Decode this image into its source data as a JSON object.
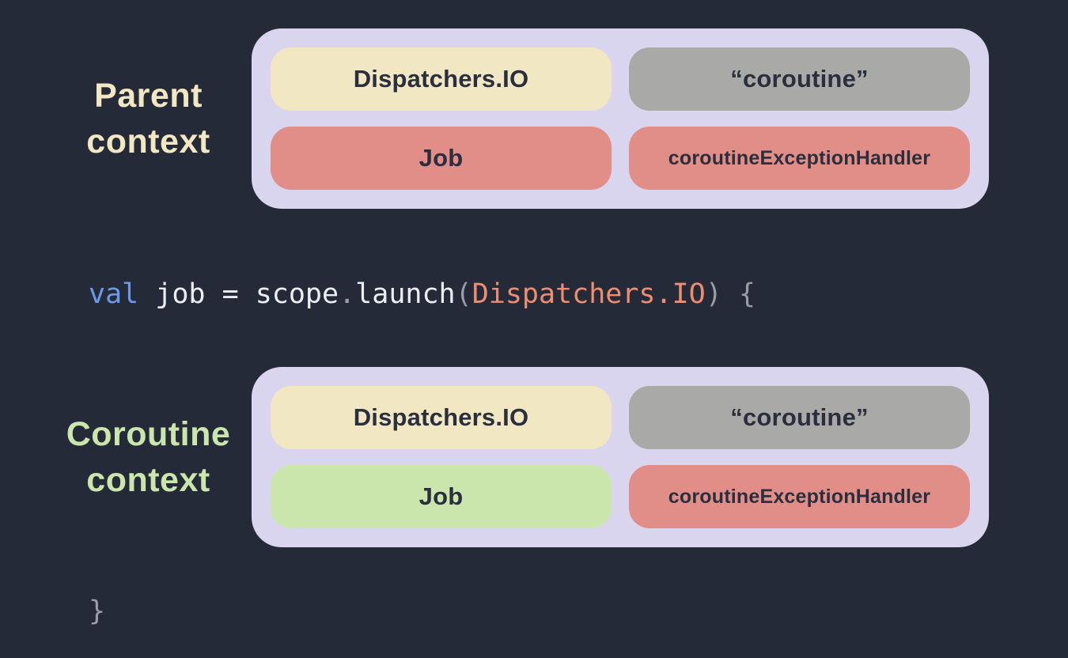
{
  "colors": {
    "background": "#252a38",
    "panel": "#d9d5ee",
    "pill_text": "#2b2f3d"
  },
  "parent_group": {
    "label": {
      "line1": "Parent",
      "line2": "context",
      "color": "#f2e7c3"
    },
    "pills": [
      {
        "label": "Dispatchers.IO",
        "bg": "#f2e7c3"
      },
      {
        "label": "“coroutine”",
        "bg": "#a9a9a7"
      },
      {
        "label": "Job",
        "bg": "#e28e88"
      },
      {
        "label": "coroutineExceptionHandler",
        "bg": "#e28e88"
      }
    ]
  },
  "coroutine_group": {
    "label": {
      "line1": "Coroutine",
      "line2": "context",
      "color": "#cbe6ad"
    },
    "pills": [
      {
        "label": "Dispatchers.IO",
        "bg": "#f2e7c3"
      },
      {
        "label": "“coroutine”",
        "bg": "#a9a9a7"
      },
      {
        "label": "Job",
        "bg": "#cbe6ad"
      },
      {
        "label": "coroutineExceptionHandler",
        "bg": "#e28e88"
      }
    ]
  },
  "code": {
    "tokens": [
      {
        "text": "val",
        "type": "keyword"
      },
      {
        "text": " job = scope",
        "type": "plain"
      },
      {
        "text": ".",
        "type": "punct"
      },
      {
        "text": "launch",
        "type": "plain"
      },
      {
        "text": "(",
        "type": "punct"
      },
      {
        "text": "Dispatchers.IO",
        "type": "classref"
      },
      {
        "text": ")",
        "type": "punct"
      },
      {
        "text": " ",
        "type": "plain"
      },
      {
        "text": "{",
        "type": "punct"
      }
    ],
    "token_colors": {
      "keyword": "#6d9ae8",
      "plain": "#eceef1",
      "punct": "#989da6",
      "classref": "#ee8d70"
    },
    "closing_brace": "}"
  }
}
